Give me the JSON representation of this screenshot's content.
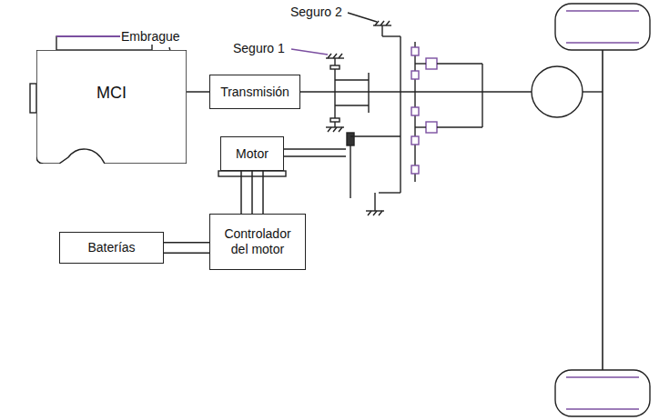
{
  "diagram": {
    "nodes": [
      {
        "text": [
          "MCI"
        ]
      },
      {
        "text": [
          "Transmisión"
        ]
      },
      {
        "text": [
          "Motor"
        ]
      },
      {
        "text": [
          "Controlador del motor"
        ]
      },
      {
        "text": [
          "Baterías"
        ]
      }
    ],
    "edges": [
      {
        "from": 0,
        "to": 1,
        "arrow": "none"
      },
      {
        "from": 3,
        "to": 2,
        "arrow": "none"
      },
      {
        "from": 3,
        "to": 2,
        "arrow": "none"
      },
      {
        "from": 3,
        "to": 2,
        "arrow": "none"
      },
      {
        "from": 4,
        "to": 3,
        "arrow": "none"
      },
      {
        "from": 4,
        "to": 3,
        "arrow": "none"
      }
    ],
    "labels": [
      "Seguro 2",
      "Seguro 1",
      "Embrague"
    ]
  }
}
